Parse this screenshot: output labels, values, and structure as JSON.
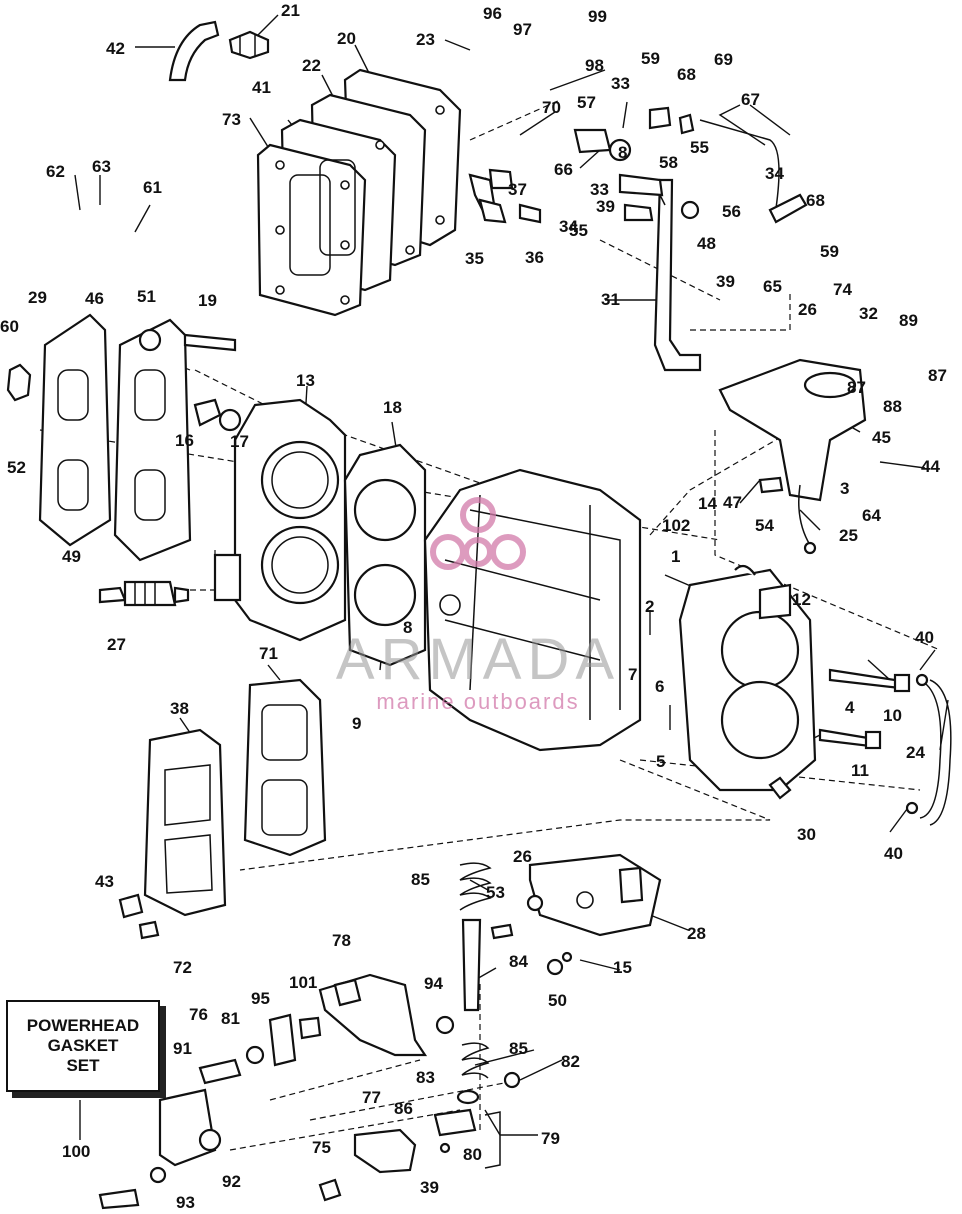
{
  "gasket_set": {
    "line1": "POWERHEAD",
    "line2": "GASKET",
    "line3": "SET"
  },
  "watermark": {
    "title": "ARMADA",
    "subtitle": "marine outboards"
  },
  "colors": {
    "ink": "#111111",
    "watermark_pink": "#d27aa9",
    "watermark_gray": "#969696"
  },
  "callouts": [
    "21",
    "96",
    "97",
    "99",
    "42",
    "20",
    "23",
    "98",
    "59",
    "33",
    "68",
    "69",
    "67",
    "22",
    "70",
    "57",
    "41",
    "73",
    "37",
    "66",
    "8",
    "58",
    "55",
    "34",
    "62",
    "63",
    "61",
    "33",
    "39",
    "56",
    "68",
    "34",
    "36",
    "55",
    "48",
    "35",
    "59",
    "39",
    "65",
    "31",
    "29",
    "46",
    "51",
    "19",
    "26",
    "74",
    "32",
    "89",
    "60",
    "87",
    "87",
    "88",
    "13",
    "18",
    "45",
    "16",
    "17",
    "52",
    "44",
    "49",
    "3",
    "47",
    "14",
    "102",
    "54",
    "64",
    "25",
    "27",
    "1",
    "12",
    "2",
    "40",
    "8",
    "7",
    "6",
    "4",
    "10",
    "9",
    "24",
    "5",
    "11",
    "71",
    "38",
    "30",
    "40",
    "85",
    "26",
    "43",
    "53",
    "28",
    "72",
    "15",
    "78",
    "84",
    "101",
    "94",
    "95",
    "50",
    "81",
    "76",
    "91",
    "85",
    "82",
    "83",
    "86",
    "79",
    "77",
    "80",
    "75",
    "39",
    "92",
    "100",
    "93"
  ]
}
